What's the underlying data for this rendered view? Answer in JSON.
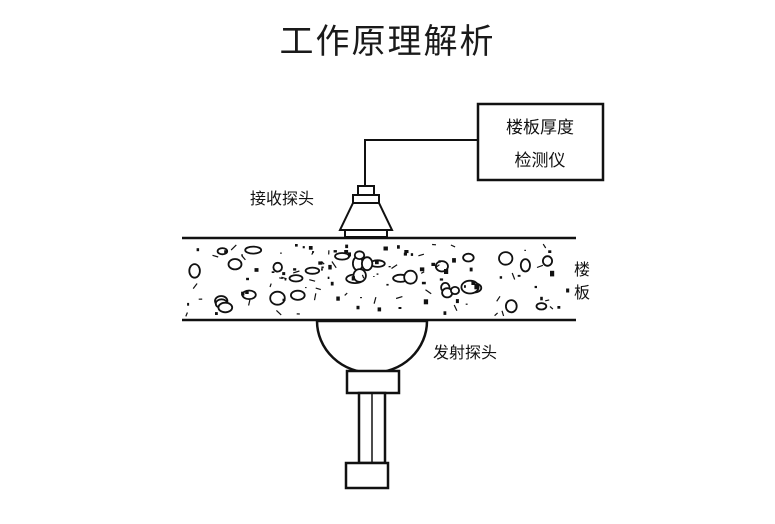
{
  "title": "工作原理解析",
  "labels": {
    "instrument_line1": "楼板厚度",
    "instrument_line2": "检测仪",
    "receiver_probe": "接收探头",
    "transmitter_probe": "发射探头",
    "slab_line1": "楼",
    "slab_line2": "板"
  }
}
